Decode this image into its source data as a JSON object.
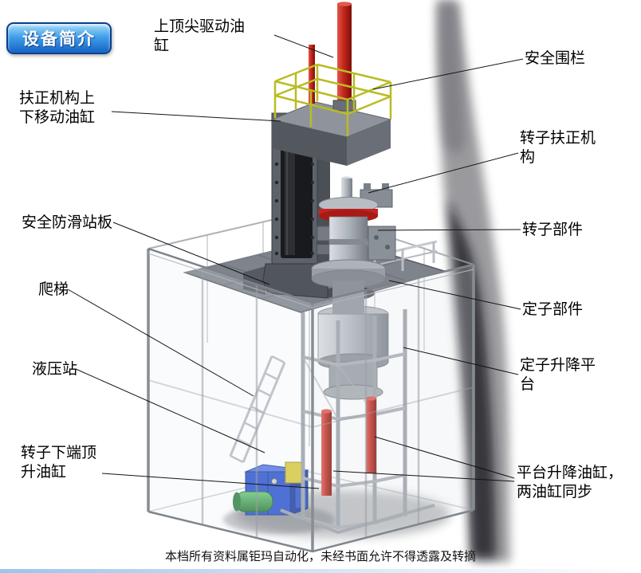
{
  "page": {
    "badge": "设备简介",
    "footer": "本档所有资料属钜玛自动化，未经书面允许不得透露及转摘"
  },
  "labels": [
    {
      "text": "上顶尖驱动油缸",
      "part": "top-tip-drive-cylinder"
    },
    {
      "text": "安全围栏",
      "part": "safety-fence"
    },
    {
      "text": "扶正机构上下移动油缸",
      "part": "centering-lift-cylinder"
    },
    {
      "text": "转子扶正机构",
      "part": "rotor-centering-mechanism"
    },
    {
      "text": "安全防滑站板",
      "part": "anti-slip-platform"
    },
    {
      "text": "转子部件",
      "part": "rotor-component"
    },
    {
      "text": "爬梯",
      "part": "ladder"
    },
    {
      "text": "定子部件",
      "part": "stator-component"
    },
    {
      "text": "液压站",
      "part": "hydraulic-station"
    },
    {
      "text": "定子升降平台",
      "part": "stator-lift-platform"
    },
    {
      "text": "转子下端顶升油缸",
      "part": "rotor-bottom-jack-cylinder"
    },
    {
      "text": "平台升降油缸，两油缸同步",
      "part": "platform-lift-cylinders"
    }
  ],
  "colors": {
    "badge_top": "#a9ddf9",
    "badge_bottom": "#1463c4",
    "badge_border": "#0b3f8c",
    "cylinder_red": "#c2271c",
    "fence_yellow": "#b9bc22",
    "hydraulic_blue": "#2a53cf",
    "motor_green": "#3f9e4e",
    "accent_yellow": "#d9c93c",
    "steel_gray": "#9aa0a8",
    "leader_line": "#141414"
  }
}
